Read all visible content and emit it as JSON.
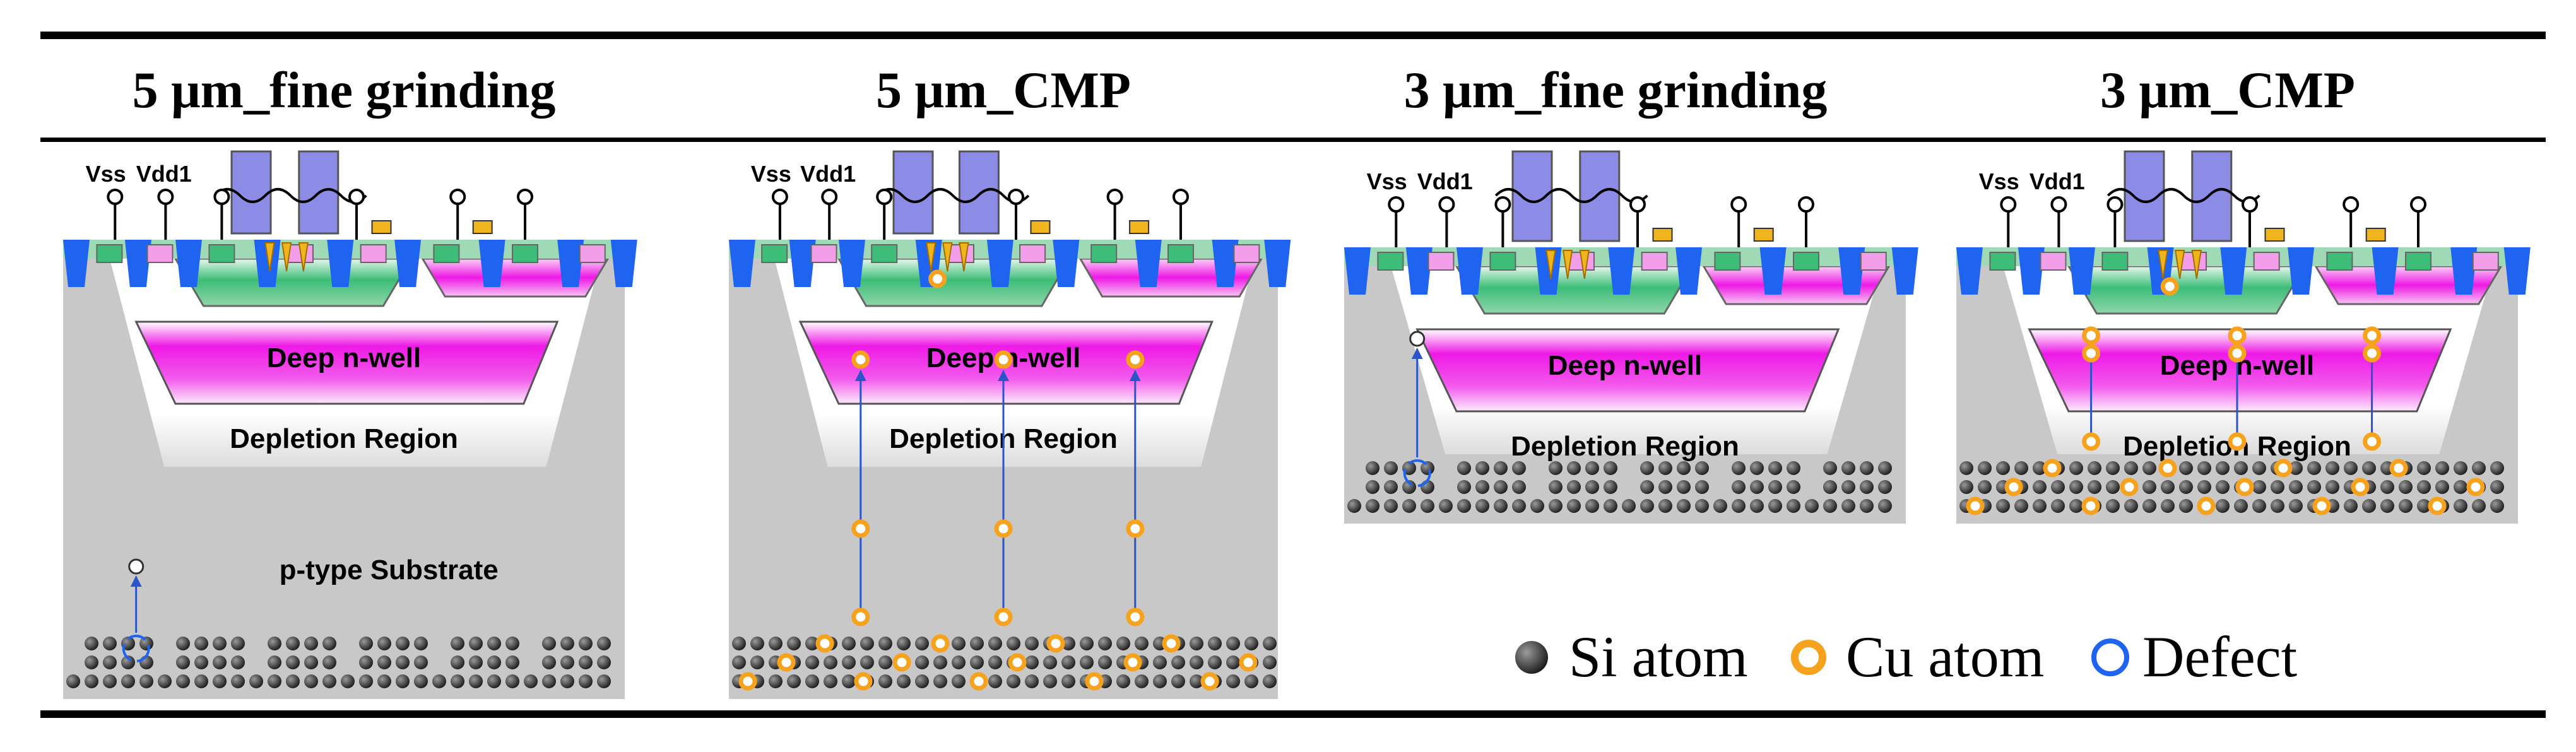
{
  "panels": [
    {
      "title": "5 μm_fine grinding",
      "vss_label": "Vss",
      "vdd_label": "Vdd1",
      "deep_nwell_label": "Deep n-well",
      "depletion_label": "Depletion Region",
      "substrate_label": "p-type Substrate",
      "variant": "fine-thick"
    },
    {
      "title": "5 μm_CMP",
      "vss_label": "Vss",
      "vdd_label": "Vdd1",
      "deep_nwell_label": "Deep n-well",
      "depletion_label": "Depletion Region",
      "substrate_label": "",
      "variant": "cmp-thick"
    },
    {
      "title": "3 μm_fine grinding",
      "vss_label": "Vss",
      "vdd_label": "Vdd1",
      "deep_nwell_label": "Deep n-well",
      "depletion_label": "Depletion Region",
      "substrate_label": "",
      "variant": "fine-thin"
    },
    {
      "title": "3 μm_CMP",
      "vss_label": "Vss",
      "vdd_label": "Vdd1",
      "deep_nwell_label": "Deep n-well",
      "depletion_label": "Depletion Region",
      "substrate_label": "",
      "variant": "cmp-thin"
    }
  ],
  "legend": {
    "si_label": "Si atom",
    "cu_label": "Cu atom",
    "defect_label": "Defect"
  },
  "colors": {
    "sti_blue": "#1e64f0",
    "p_well_green": "#3dbd78",
    "p_plus_pink": "#f39ee8",
    "nwell_magenta": "#ee19e6",
    "gate_purple": "#8c8ce6",
    "contact_orange": "#f0b41e",
    "cu_orange": "#f7a21c",
    "arrow_blue": "#2a55c8",
    "substrate_gray": "#c8c8c8",
    "si_atom": "#3a3a3a"
  }
}
